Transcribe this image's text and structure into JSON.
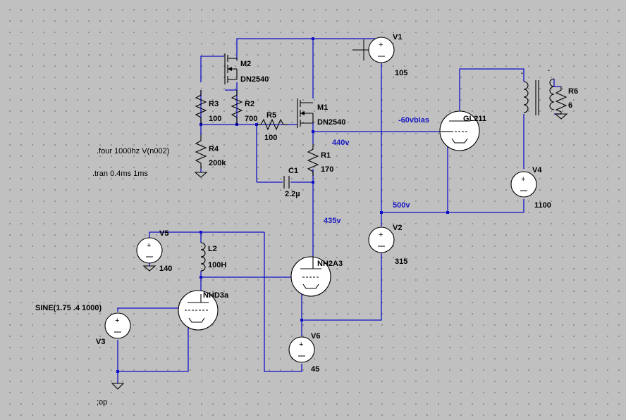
{
  "components": {
    "v1": {
      "name": "V1",
      "value": "105"
    },
    "v2": {
      "name": "V2",
      "value": "315"
    },
    "v3": {
      "name": "V3",
      "value": "SINE(1.75 .4 1000)"
    },
    "v4": {
      "name": "V4",
      "value": "1100"
    },
    "v5": {
      "name": "V5",
      "value": "140"
    },
    "v6": {
      "name": "V6",
      "value": "45"
    },
    "m1": {
      "name": "M1",
      "value": "DN2540"
    },
    "m2": {
      "name": "M2",
      "value": "DN2540"
    },
    "r1": {
      "name": "R1",
      "value": "170"
    },
    "r2": {
      "name": "R2",
      "value": "700"
    },
    "r3": {
      "name": "R3",
      "value": "100"
    },
    "r4": {
      "name": "R4",
      "value": "200k"
    },
    "r5": {
      "name": "R5",
      "value": "100"
    },
    "r6": {
      "name": "R6",
      "value": "6"
    },
    "c1": {
      "name": "C1",
      "value": "2.2µ"
    },
    "l2": {
      "name": "L2",
      "value": "100H"
    },
    "gl211": {
      "name": "GL211"
    },
    "nh2a3": {
      "name": "NH2A3"
    },
    "nhd3a": {
      "name": "NHD3a"
    }
  },
  "net_labels": {
    "bias": "-60vbias",
    "v440": "440v",
    "v500": "500v",
    "v435": "435v"
  },
  "directives": {
    "four": ".four 1000hz V(n002)",
    "tran": ".tran 0.4ms 1ms",
    "op": ";op"
  },
  "colors": {
    "background": "#c0c0c0",
    "wire": "#1010c8",
    "component": "#000000",
    "net_label": "#1818c0"
  }
}
